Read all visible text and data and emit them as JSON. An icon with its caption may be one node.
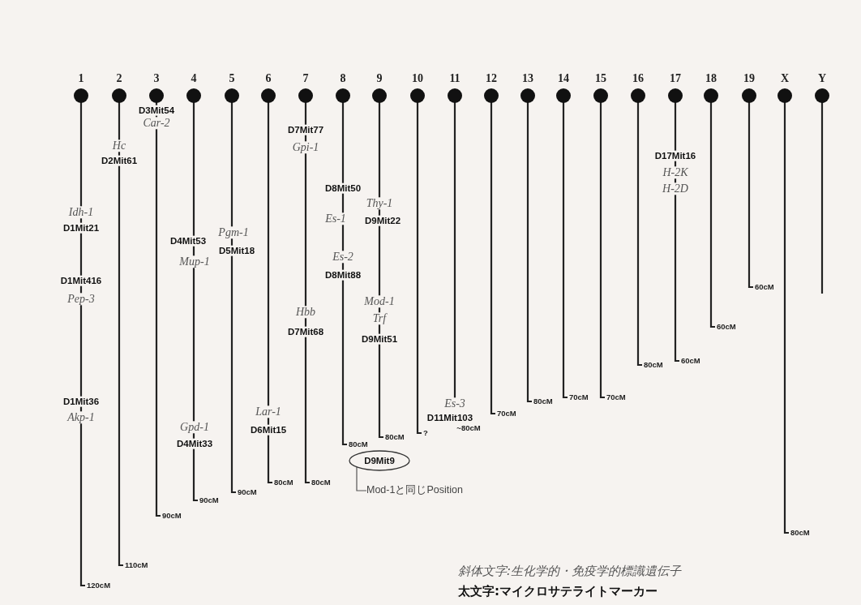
{
  "diagram": {
    "nodes": [
      {
        "text": [
          "D9Mit9"
        ]
      },
      {
        "text": [
          "Mod-1と同じPosition"
        ]
      }
    ],
    "edges": [
      {
        "from": 1,
        "to": 0,
        "arrow": "none"
      }
    ],
    "labels": [
      "1",
      "2",
      "3",
      "4",
      "5",
      "6",
      "7",
      "8",
      "9",
      "10",
      "11",
      "12",
      "13",
      "14",
      "15",
      "16",
      "17",
      "18",
      "19",
      "X",
      "Y",
      "Idh-1",
      "D1Mit21",
      "D1Mit416",
      "Pep-3",
      "D1Mit36",
      "Akp-1",
      "120cM",
      "Hc",
      "D2Mit61",
      "110cM",
      "D3Mit54",
      "Car-2",
      "90cM",
      "D4Mit53",
      "Mup-1",
      "Gpd-1",
      "D4Mit33",
      "90cM",
      "Pgm-1",
      "D5Mit18",
      "90cM",
      "Lar-1",
      "D6Mit15",
      "80cM",
      "D7Mit77",
      "Gpi-1",
      "Hbb",
      "D7Mit68",
      "80cM",
      "D8Mit50",
      "Es-1",
      "Es-2",
      "D8Mit88",
      "80cM",
      "Thy-1",
      "D9Mit22",
      "Mod-1",
      "Trf",
      "D9Mit51",
      "80cM",
      "?",
      "Es-3",
      "D11Mit103",
      "~80cM",
      "70cM",
      "80cM",
      "70cM",
      "70cM",
      "80cM",
      "D17Mit16",
      "H-2K",
      "H-2D",
      "60cM",
      "60cM",
      "60cM",
      "80cM",
      "斜体文字:生化学的・免疫学的標識遺伝子",
      "太文字:マイクロサテライトマーカー"
    ]
  }
}
